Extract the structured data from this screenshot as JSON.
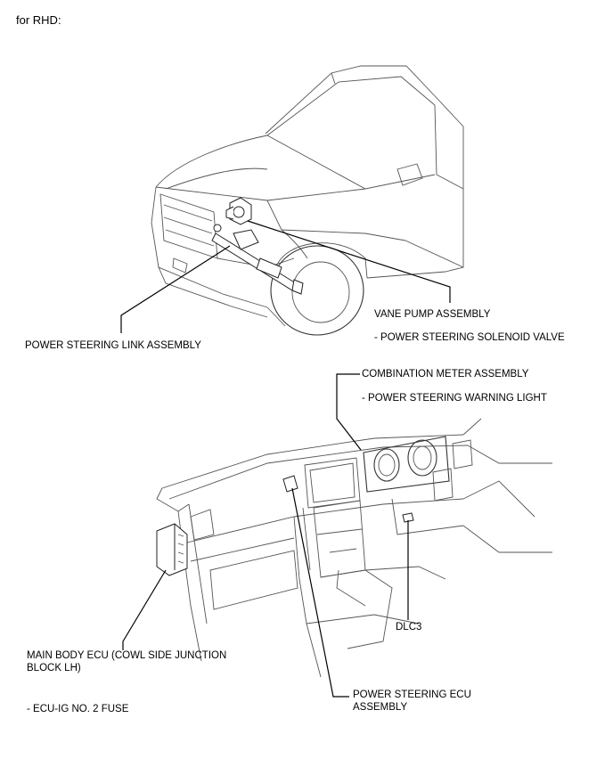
{
  "heading": "for RHD:",
  "labels": {
    "vane_pump": "VANE PUMP ASSEMBLY",
    "solenoid_valve": "- POWER STEERING SOLENOID VALVE",
    "link_assembly": "POWER STEERING LINK ASSEMBLY",
    "combination_meter": "COMBINATION METER ASSEMBLY",
    "warning_light": "- POWER STEERING WARNING LIGHT",
    "dlc3": "DLC3",
    "main_body_ecu_1": "MAIN BODY ECU (COWL SIDE JUNCTION",
    "main_body_ecu_2": "BLOCK LH)",
    "ecu_ig_fuse": "- ECU-IG NO. 2 FUSE",
    "ps_ecu_1": "POWER STEERING ECU",
    "ps_ecu_2": "ASSEMBLY"
  }
}
